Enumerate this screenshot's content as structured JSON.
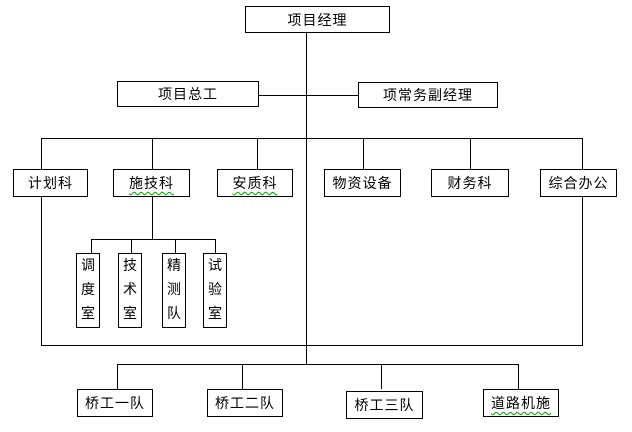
{
  "diagram": {
    "type": "org-chart",
    "language": "zh-CN",
    "colors": {
      "background": "#ffffff",
      "line": "#000000",
      "text": "#000000",
      "spellcheck_squiggle": "#00a000"
    },
    "root": {
      "label": "项目经理"
    },
    "managers": [
      {
        "label": "项目总工"
      },
      {
        "label": "项常务副经理"
      }
    ],
    "departments": [
      {
        "label": "计划科",
        "has_spellcheck_squiggle": false
      },
      {
        "label": "施技科",
        "has_spellcheck_squiggle": true
      },
      {
        "label": "安质科",
        "has_spellcheck_squiggle": true
      },
      {
        "label": "物资设备",
        "has_spellcheck_squiggle": false
      },
      {
        "label": "财务科",
        "has_spellcheck_squiggle": false
      },
      {
        "label": "综合办公",
        "has_spellcheck_squiggle": false
      }
    ],
    "sub_offices_parent": "施技科",
    "sub_offices": [
      {
        "label": "调度室"
      },
      {
        "label": "技术室"
      },
      {
        "label": "精测队"
      },
      {
        "label": "试验室"
      }
    ],
    "teams": [
      {
        "label": "桥工一队",
        "has_spellcheck_squiggle": false
      },
      {
        "label": "桥工二队",
        "has_spellcheck_squiggle": false
      },
      {
        "label": "桥工三队",
        "has_spellcheck_squiggle": false
      },
      {
        "label": "道路机施",
        "has_spellcheck_squiggle": true
      }
    ]
  }
}
